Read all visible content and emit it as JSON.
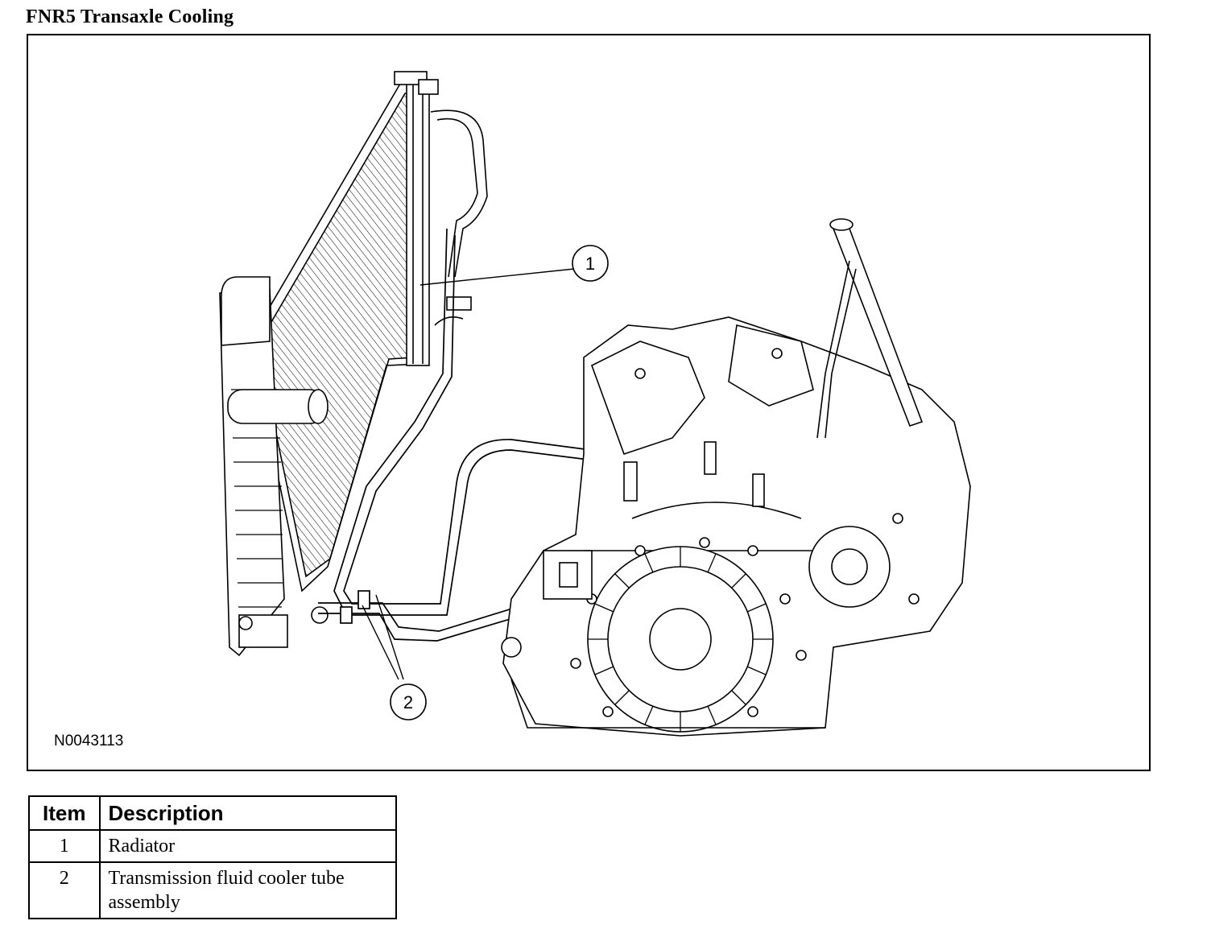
{
  "title": "FNR5 Transaxle Cooling",
  "figure": {
    "id": "N0043113",
    "callouts": [
      "1",
      "2"
    ]
  },
  "legend": {
    "headers": {
      "item": "Item",
      "description": "Description"
    },
    "rows": [
      {
        "item": "1",
        "description": "Radiator"
      },
      {
        "item": "2",
        "description": "Transmission fluid cooler tube assembly"
      }
    ]
  }
}
